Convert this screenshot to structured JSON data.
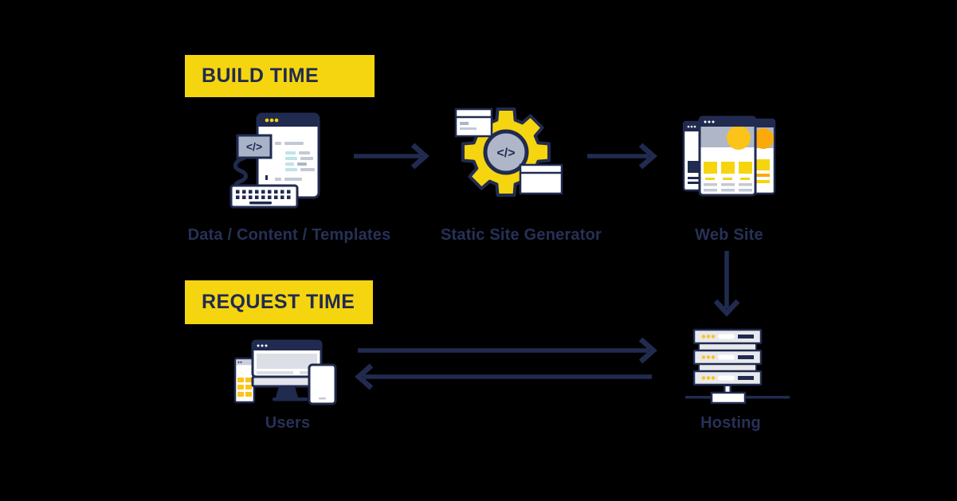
{
  "title": "Static site generation workflow diagram",
  "colors": {
    "background": "#000000",
    "navy": "#212B50",
    "label": "#273157",
    "yellow": "#F5D50F",
    "gold": "#FCC419",
    "amber": "#FCA90A",
    "grayblue": "#AEB6C8",
    "light_gray": "#DCDFE5",
    "mid_gray": "#C3C9D4",
    "cyan": "#BEE4E8",
    "white": "#FFFFFF",
    "server_gray": "#E8E9EC",
    "device_gray": "#C9CEDA"
  },
  "sections": {
    "build_time": {
      "label": "BUILD TIME"
    },
    "request_time": {
      "label": "REQUEST TIME"
    }
  },
  "nodes": {
    "source": {
      "label": "Data / Content / Templates",
      "icon": "code-editor-keyboard-icon",
      "code_tag": "</>"
    },
    "generator": {
      "label": "Static Site Generator",
      "icon": "gear-code-icon",
      "code_tag": "</>"
    },
    "website": {
      "label": "Web Site",
      "icon": "browser-windows-icon"
    },
    "users": {
      "label": "Users",
      "icon": "user-devices-icon"
    },
    "hosting": {
      "label": "Hosting",
      "icon": "server-rack-icon"
    }
  },
  "flows": [
    {
      "from": "source",
      "to": "generator",
      "direction": "right"
    },
    {
      "from": "generator",
      "to": "website",
      "direction": "right"
    },
    {
      "from": "website",
      "to": "hosting",
      "direction": "down"
    },
    {
      "from": "users",
      "to": "hosting",
      "direction": "right"
    },
    {
      "from": "hosting",
      "to": "users",
      "direction": "left"
    }
  ]
}
